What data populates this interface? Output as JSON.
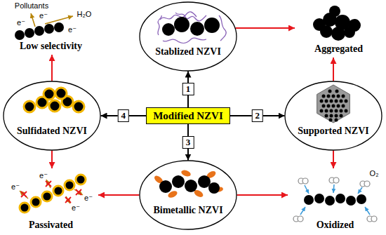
{
  "diagram": {
    "nodes": [
      {
        "text": [
          "Low selectivity"
        ]
      },
      {
        "text": [
          "Stablized NZVI"
        ]
      },
      {
        "text": [
          "Aggregated"
        ]
      },
      {
        "text": [
          "Sulfidated NZVI"
        ]
      },
      {
        "text": [
          "Modified NZVI"
        ]
      },
      {
        "text": [
          "Supported NZVI"
        ]
      },
      {
        "text": [
          "Passivated"
        ]
      },
      {
        "text": [
          "Bimetallic NZVI"
        ]
      },
      {
        "text": [
          "Oxidized"
        ]
      }
    ],
    "edges": [
      {
        "from": 4,
        "to": 1,
        "arrow": "to",
        "label": "1"
      },
      {
        "from": 4,
        "to": 5,
        "arrow": "to",
        "label": "2"
      },
      {
        "from": 4,
        "to": 7,
        "arrow": "to",
        "label": "3"
      },
      {
        "from": 4,
        "to": 3,
        "arrow": "to",
        "label": "4"
      },
      {
        "from": 1,
        "to": 2,
        "arrow": "to"
      },
      {
        "from": 5,
        "to": 2,
        "arrow": "to"
      },
      {
        "from": 5,
        "to": 8,
        "arrow": "to"
      },
      {
        "from": 7,
        "to": 8,
        "arrow": "to"
      },
      {
        "from": 7,
        "to": 6,
        "arrow": "to"
      },
      {
        "from": 3,
        "to": 6,
        "arrow": "to"
      },
      {
        "from": 3,
        "to": 0,
        "arrow": "to"
      }
    ],
    "labels": [
      "Pollutants",
      "H₂O",
      "e⁻",
      "e⁻",
      "e⁻",
      "e⁻",
      "e⁻",
      "e⁻",
      "e⁻",
      "O₂"
    ]
  }
}
